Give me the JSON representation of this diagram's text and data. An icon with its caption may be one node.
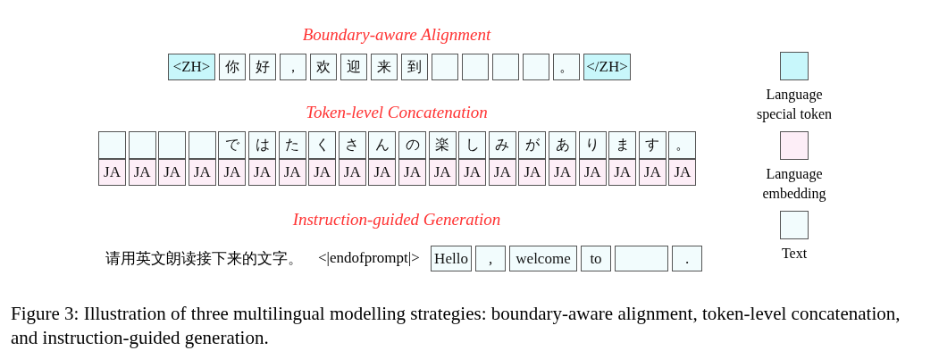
{
  "diagram": {
    "caption": "Figure 3: Illustration of three multilingual modelling strategies: boundary-aware alignment, token-level concatenation, and instruction-guided generation.",
    "nodes": [
      {
        "text": [
          "<ZH>"
        ]
      },
      {
        "text": [
          "你"
        ]
      },
      {
        "text": [
          "好"
        ]
      },
      {
        "text": [
          "，"
        ]
      },
      {
        "text": [
          "欢"
        ]
      },
      {
        "text": [
          "迎"
        ]
      },
      {
        "text": [
          "来"
        ]
      },
      {
        "text": [
          "到"
        ]
      },
      {
        "text": [],
        "shape": "box"
      },
      {
        "text": [],
        "shape": "box"
      },
      {
        "text": [],
        "shape": "box"
      },
      {
        "text": [],
        "shape": "box"
      },
      {
        "text": [
          "。"
        ]
      },
      {
        "text": [
          "</ZH>"
        ]
      },
      {
        "text": [],
        "shape": "box"
      },
      {
        "text": [],
        "shape": "box"
      },
      {
        "text": [],
        "shape": "box"
      },
      {
        "text": [],
        "shape": "box"
      },
      {
        "text": [
          "で"
        ]
      },
      {
        "text": [
          "は"
        ]
      },
      {
        "text": [
          "た"
        ]
      },
      {
        "text": [
          "く"
        ]
      },
      {
        "text": [
          "さ"
        ]
      },
      {
        "text": [
          "ん"
        ]
      },
      {
        "text": [
          "の"
        ]
      },
      {
        "text": [
          "楽"
        ]
      },
      {
        "text": [
          "し"
        ]
      },
      {
        "text": [
          "み"
        ]
      },
      {
        "text": [
          "が"
        ]
      },
      {
        "text": [
          "あ"
        ]
      },
      {
        "text": [
          "り"
        ]
      },
      {
        "text": [
          "ま"
        ]
      },
      {
        "text": [
          "す"
        ]
      },
      {
        "text": [
          "。"
        ]
      },
      {
        "text": [
          "JA"
        ]
      },
      {
        "text": [
          "JA"
        ]
      },
      {
        "text": [
          "JA"
        ]
      },
      {
        "text": [
          "JA"
        ]
      },
      {
        "text": [
          "JA"
        ]
      },
      {
        "text": [
          "JA"
        ]
      },
      {
        "text": [
          "JA"
        ]
      },
      {
        "text": [
          "JA"
        ]
      },
      {
        "text": [
          "JA"
        ]
      },
      {
        "text": [
          "JA"
        ]
      },
      {
        "text": [
          "JA"
        ]
      },
      {
        "text": [
          "JA"
        ]
      },
      {
        "text": [
          "JA"
        ]
      },
      {
        "text": [
          "JA"
        ]
      },
      {
        "text": [
          "JA"
        ]
      },
      {
        "text": [
          "JA"
        ]
      },
      {
        "text": [
          "JA"
        ]
      },
      {
        "text": [
          "JA"
        ]
      },
      {
        "text": [
          "JA"
        ]
      },
      {
        "text": [
          "JA"
        ]
      },
      {
        "text": [
          "Hello"
        ]
      },
      {
        "text": [
          ","
        ]
      },
      {
        "text": [
          "welcome"
        ]
      },
      {
        "text": [
          "to"
        ]
      },
      {
        "text": [],
        "shape": "box"
      },
      {
        "text": [
          "."
        ]
      }
    ],
    "labels": [
      "Boundary-aware Alignment",
      "Token-level Concatenation",
      "Instruction-guided Generation",
      "请用英文朗读接下来的文字。",
      "<|endofprompt|>"
    ],
    "legend": [
      {
        "text": "Language special token",
        "color": "#c8f7fb"
      },
      {
        "text": "Language embedding",
        "color": "#fdeef7"
      },
      {
        "text": "Text",
        "color": "#f2fcfd"
      }
    ]
  }
}
